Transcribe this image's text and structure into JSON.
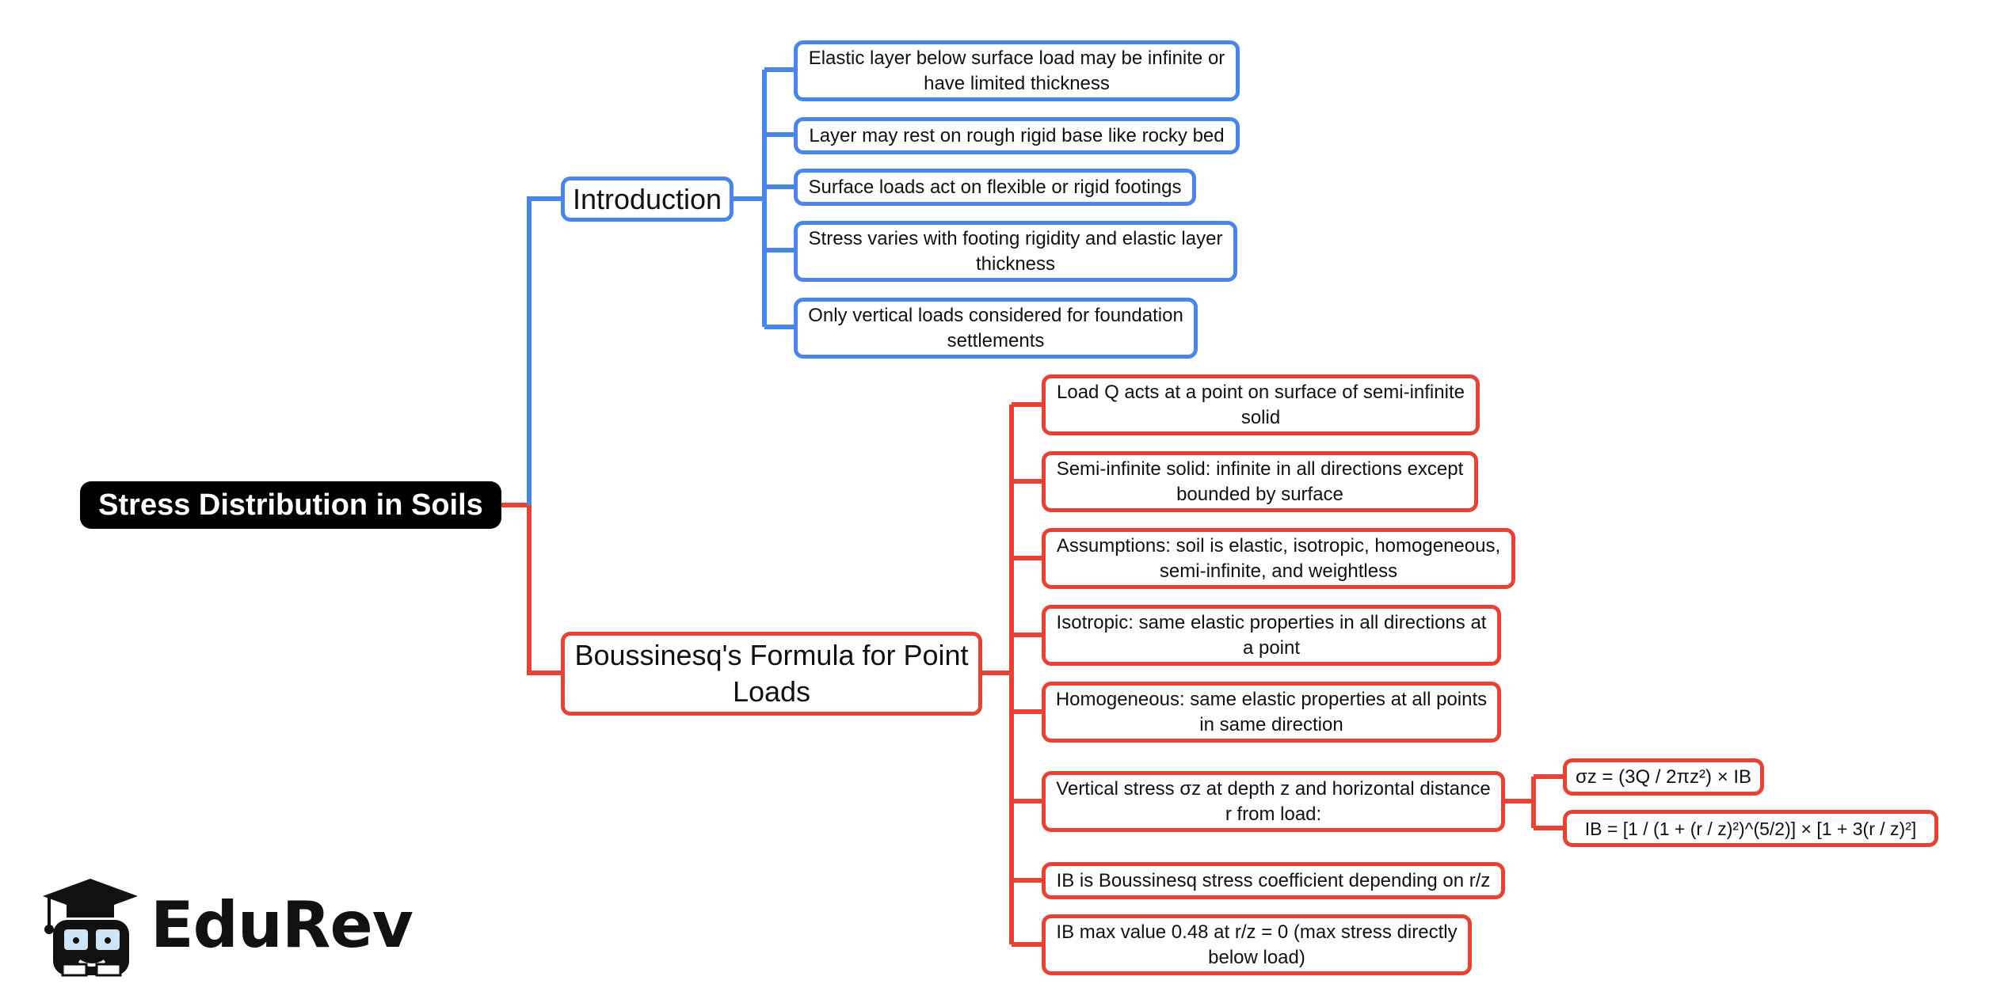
{
  "colors": {
    "root_bg": "#000000",
    "intro": "#4a86e8",
    "bouss": "#e84235"
  },
  "root": {
    "label": "Stress Distribution in Soils"
  },
  "intro": {
    "label": "Introduction",
    "items": [
      "Elastic layer below surface load may be infinite or have limited thickness",
      "Layer may rest on rough rigid base like rocky bed",
      "Surface loads act on flexible or rigid footings",
      "Stress varies with footing rigidity and elastic layer thickness",
      "Only vertical loads considered for foundation settlements"
    ]
  },
  "bouss": {
    "label": "Boussinesq's Formula for Point Loads",
    "items": [
      "Load Q acts at a point on surface of semi-infinite solid",
      "Semi-infinite solid: infinite in all directions except bounded by surface",
      "Assumptions: soil is elastic, isotropic, homogeneous, semi-infinite, and weightless",
      "Isotropic: same elastic properties in all directions at a point",
      "Homogeneous: same elastic properties at all points in same direction",
      "Vertical stress σz at depth z and horizontal distance r from load:",
      "IB is Boussinesq stress coefficient depending on r/z",
      "IB max value 0.48 at r/z = 0 (max stress directly below load)"
    ],
    "formulas": [
      "σz = (3Q / 2πz²) × IB",
      "IB = [1 / (1 + (r / z)²)^(5/2)] × [1 + 3(r / z)²]"
    ]
  },
  "logo": {
    "text": "EduRev",
    "icon": "graduation-cap-mascot-icon"
  }
}
